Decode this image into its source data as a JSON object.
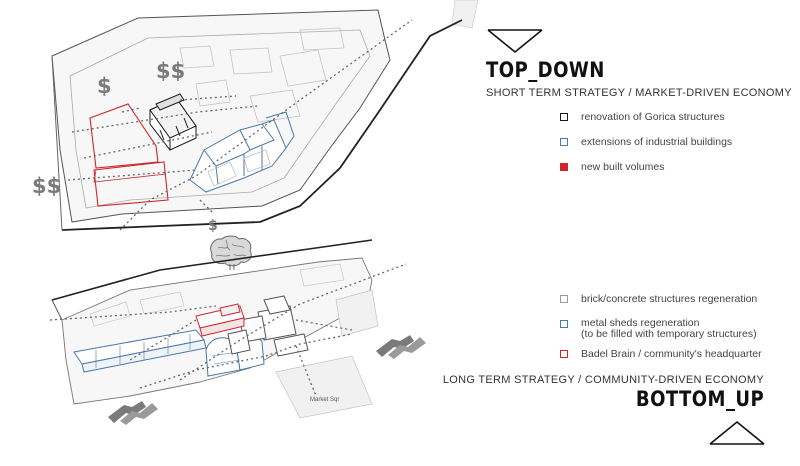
{
  "top": {
    "title": "TOP_DOWN",
    "subtitle": "SHORT TERM STRATEGY / MARKET-DRIVEN ECONOMY",
    "legend": [
      {
        "label": "renovation of Gorica structures",
        "color": "#1a1a1a"
      },
      {
        "label": "extensions of industrial buildings",
        "color": "#4a78a8"
      },
      {
        "label": "new built volumes",
        "color": "#d0262b",
        "filled": true
      }
    ],
    "dollar_signs": [
      "$",
      "$$",
      "$$",
      "$"
    ]
  },
  "bottom": {
    "title": "BOTTOM_UP",
    "subtitle": "LONG TERM STRATEGY / COMMUNITY-DRIVEN ECONOMY",
    "legend": [
      {
        "label": "brick/concrete structures regeneration",
        "color": "#9a9a9a"
      },
      {
        "label": "metal sheds regeneration",
        "sublabel": "(to be filled with temporary structures)",
        "color": "#4a78a8"
      },
      {
        "label": "Badel Brain / community's headquarter",
        "color": "#d0262b"
      }
    ],
    "map_label": "Market Sqr"
  }
}
